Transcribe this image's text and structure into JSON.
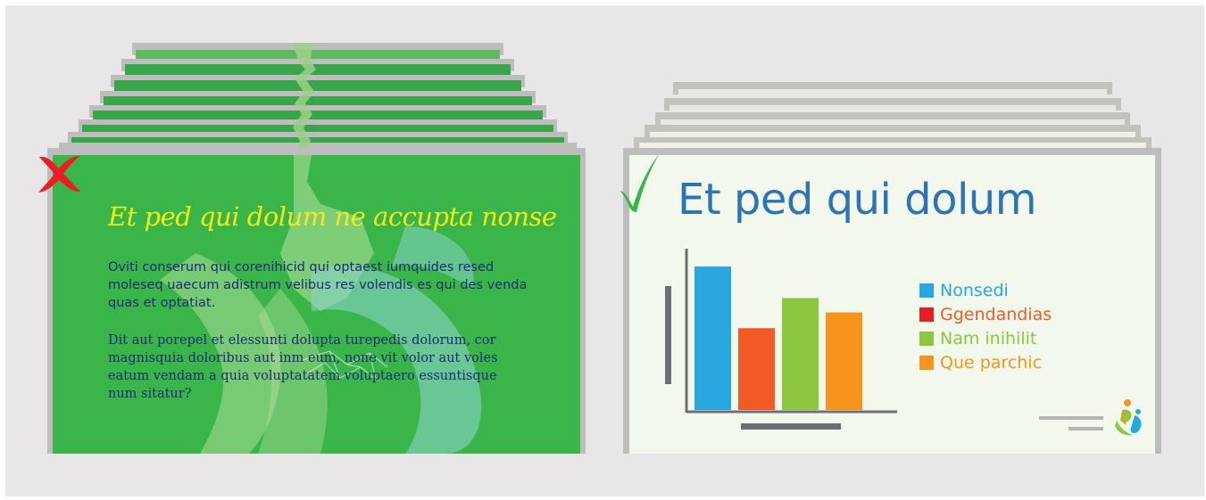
{
  "colors": {
    "panel_bg": "#e8e6e6",
    "green_slide": "#39b54a",
    "green_slide_dark": "#2f9e3e",
    "left_title": "#f5ea14",
    "left_text": "#1b2e6e",
    "right_slide": "#f3f8ec",
    "right_title": "#2b74b8",
    "wrong_mark": "#ec1c24",
    "right_mark": "#39b54a",
    "axis": "#6d6f78"
  },
  "bad_example": {
    "marker_icon": "cross-icon",
    "title": "Et ped qui dolum ne accupta nonse",
    "paragraph1": "Oviti conserum qui corenihicid qui optaest iumquides resed moleseq uaecum adistrum velibus res volendis es qui des venda quas et optatiat.",
    "paragraph2": "Dit aut porepel et elessunti dolupta turepedis dolorum, cor magnisquia doloribus aut inm eum, none vit volor aut voles eatum vendam a quia voluptatatem voluptaero essuntisque num sitatur?"
  },
  "good_example": {
    "marker_icon": "checkmark-icon",
    "title": "Et ped qui dolum",
    "legend": [
      {
        "label": "Nonsedi",
        "color": "#29a8e0"
      },
      {
        "label": "Ggendandias",
        "color": "#ec1c24",
        "text_color": "#f15a24"
      },
      {
        "label": "Nam inihilit",
        "color": "#8dc63f"
      },
      {
        "label": "Que parchic",
        "color": "#f7941d"
      }
    ]
  },
  "chart_data": {
    "type": "bar",
    "categories": [
      "Nonsedi",
      "Ggendandias",
      "Nam inihilit",
      "Que parchic"
    ],
    "values": [
      100,
      57,
      78,
      68
    ],
    "colors": [
      "#29a8e0",
      "#f15a24",
      "#8dc63f",
      "#f7941d"
    ],
    "ylim": [
      0,
      100
    ],
    "title": "",
    "xlabel": "",
    "ylabel": ""
  }
}
